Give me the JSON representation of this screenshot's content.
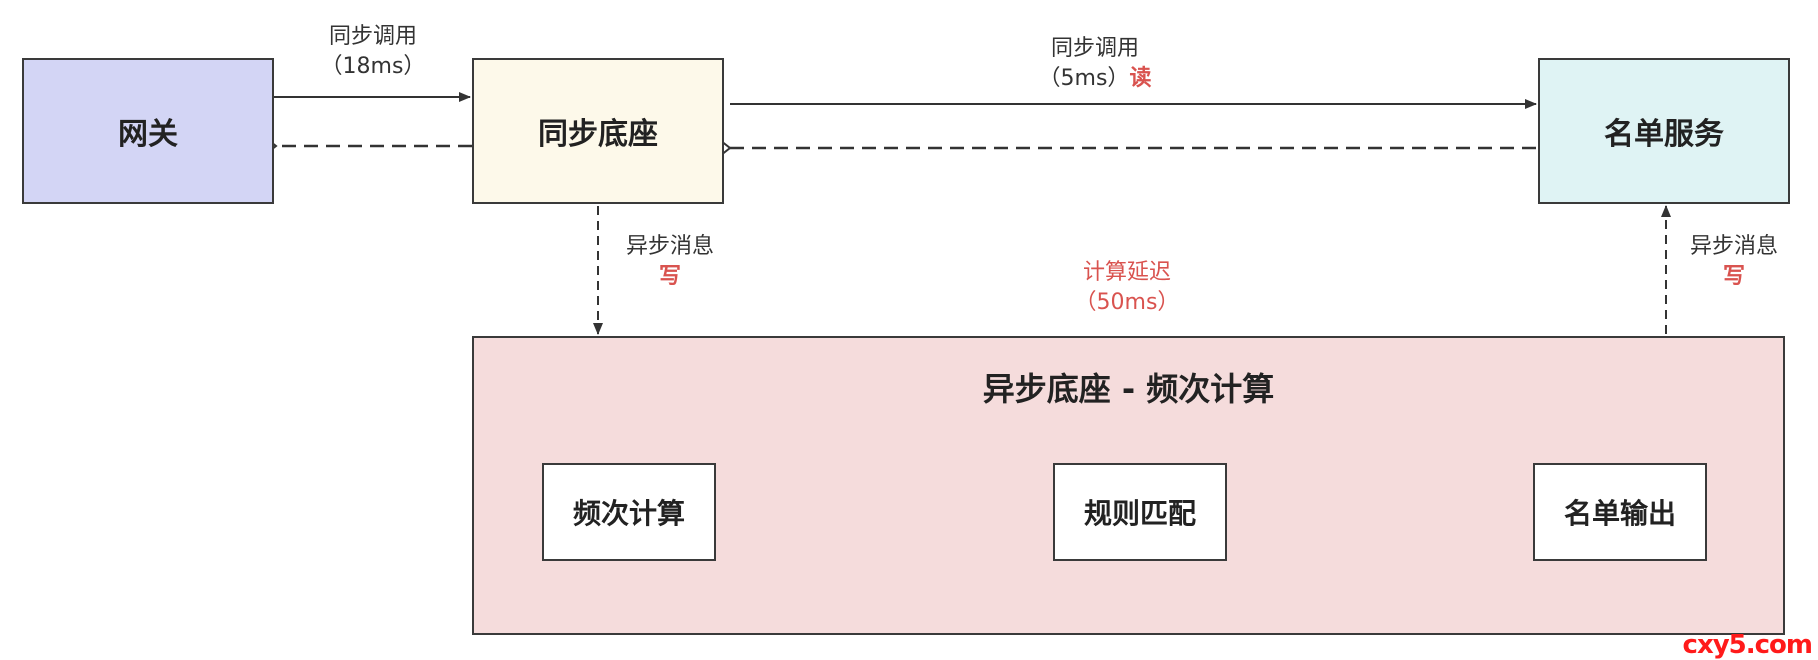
{
  "nodes": {
    "gateway": "网关",
    "sync_base": "同步底座",
    "list_service": "名单服务",
    "async_base_title": "异步底座 - 频次计算",
    "steps": [
      "频次计算",
      "规则匹配",
      "名单输出"
    ]
  },
  "edges": {
    "gateway_sync": {
      "line1": "同步调用",
      "line2": "（18ms）"
    },
    "sync_list": {
      "line1": "同步调用",
      "line2": "（5ms）",
      "tag": "读"
    },
    "sync_async": {
      "line1": "异步消息",
      "tag": "写"
    },
    "async_list": {
      "line1": "异步消息",
      "tag": "写"
    },
    "compute_delay": {
      "line1": "计算延迟",
      "line2": "（50ms）"
    }
  },
  "colors": {
    "gateway_fill": "#d3d5f5",
    "sync_base_fill": "#fdf9ea",
    "list_service_fill": "#dff3f4",
    "async_base_fill": "#f5dcdc",
    "accent_red": "#d9534f",
    "line": "#333333"
  },
  "watermark": "cxy5.com"
}
